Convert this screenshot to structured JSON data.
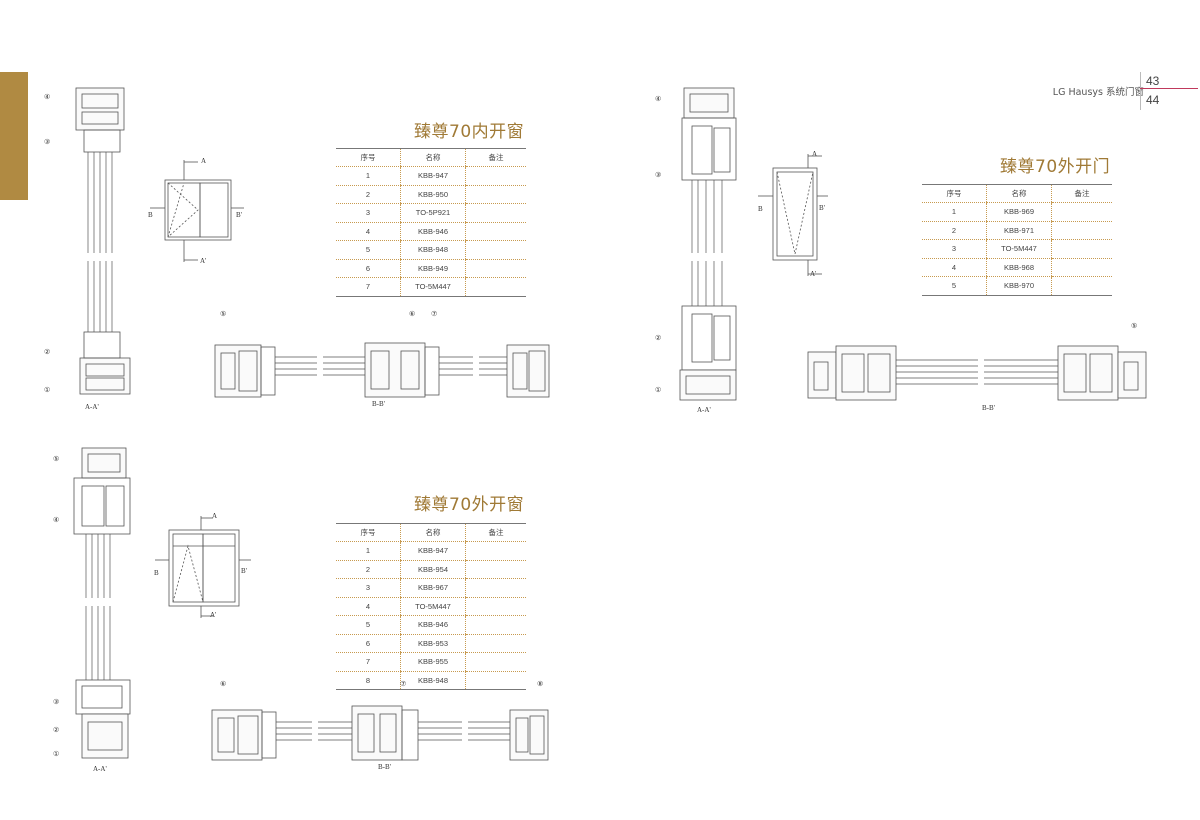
{
  "page": {
    "header_text": "LG Hausys 系统门窗",
    "page_numbers": [
      "43",
      "44"
    ],
    "accent_color": "#b08a42",
    "title_color": "#a07a36",
    "rule_color": "#c0395c"
  },
  "sections": [
    {
      "title": "臻尊70内开窗",
      "table": {
        "headers": [
          "序号",
          "名称",
          "备注"
        ],
        "rows": [
          [
            "1",
            "KBB-947",
            ""
          ],
          [
            "2",
            "KBB-950",
            ""
          ],
          [
            "3",
            "TO-5P921",
            ""
          ],
          [
            "4",
            "KBB-946",
            ""
          ],
          [
            "5",
            "KBB-948",
            ""
          ],
          [
            "6",
            "KBB-949",
            ""
          ],
          [
            "7",
            "TO-5M447",
            ""
          ]
        ]
      },
      "labels": {
        "section_v": "A-A'",
        "section_h": "B-B'",
        "arrow_a": "A",
        "arrow_a2": "A'",
        "arrow_b": "B",
        "arrow_b2": "B'"
      },
      "callouts_v": [
        "④",
        "③",
        "②",
        "①"
      ],
      "callouts_h": [
        "⑤",
        "⑥",
        "⑦"
      ]
    },
    {
      "title": "臻尊70外开门",
      "table": {
        "headers": [
          "序号",
          "名称",
          "备注"
        ],
        "rows": [
          [
            "1",
            "KBB-969",
            ""
          ],
          [
            "2",
            "KBB-971",
            ""
          ],
          [
            "3",
            "TO-5M447",
            ""
          ],
          [
            "4",
            "KBB-968",
            ""
          ],
          [
            "5",
            "KBB-970",
            ""
          ]
        ]
      },
      "labels": {
        "section_v": "A-A'",
        "section_h": "B-B'",
        "arrow_a": "A",
        "arrow_a2": "A'",
        "arrow_b": "B",
        "arrow_b2": "B'"
      },
      "callouts_v": [
        "④",
        "③",
        "②",
        "①"
      ],
      "callouts_h": [
        "⑤"
      ]
    },
    {
      "title": "臻尊70外开窗",
      "table": {
        "headers": [
          "序号",
          "名称",
          "备注"
        ],
        "rows": [
          [
            "1",
            "KBB-947",
            ""
          ],
          [
            "2",
            "KBB-954",
            ""
          ],
          [
            "3",
            "KBB-967",
            ""
          ],
          [
            "4",
            "TO-5M447",
            ""
          ],
          [
            "5",
            "KBB-946",
            ""
          ],
          [
            "6",
            "KBB-953",
            ""
          ],
          [
            "7",
            "KBB-955",
            ""
          ],
          [
            "8",
            "KBB-948",
            ""
          ]
        ]
      },
      "labels": {
        "section_v": "A-A'",
        "section_h": "B-B'",
        "arrow_a": "A",
        "arrow_a2": "A'",
        "arrow_b": "B",
        "arrow_b2": "B'"
      },
      "callouts_v": [
        "⑤",
        "④",
        "③",
        "②",
        "①"
      ],
      "callouts_h": [
        "⑥",
        "⑦",
        "⑧"
      ]
    }
  ]
}
